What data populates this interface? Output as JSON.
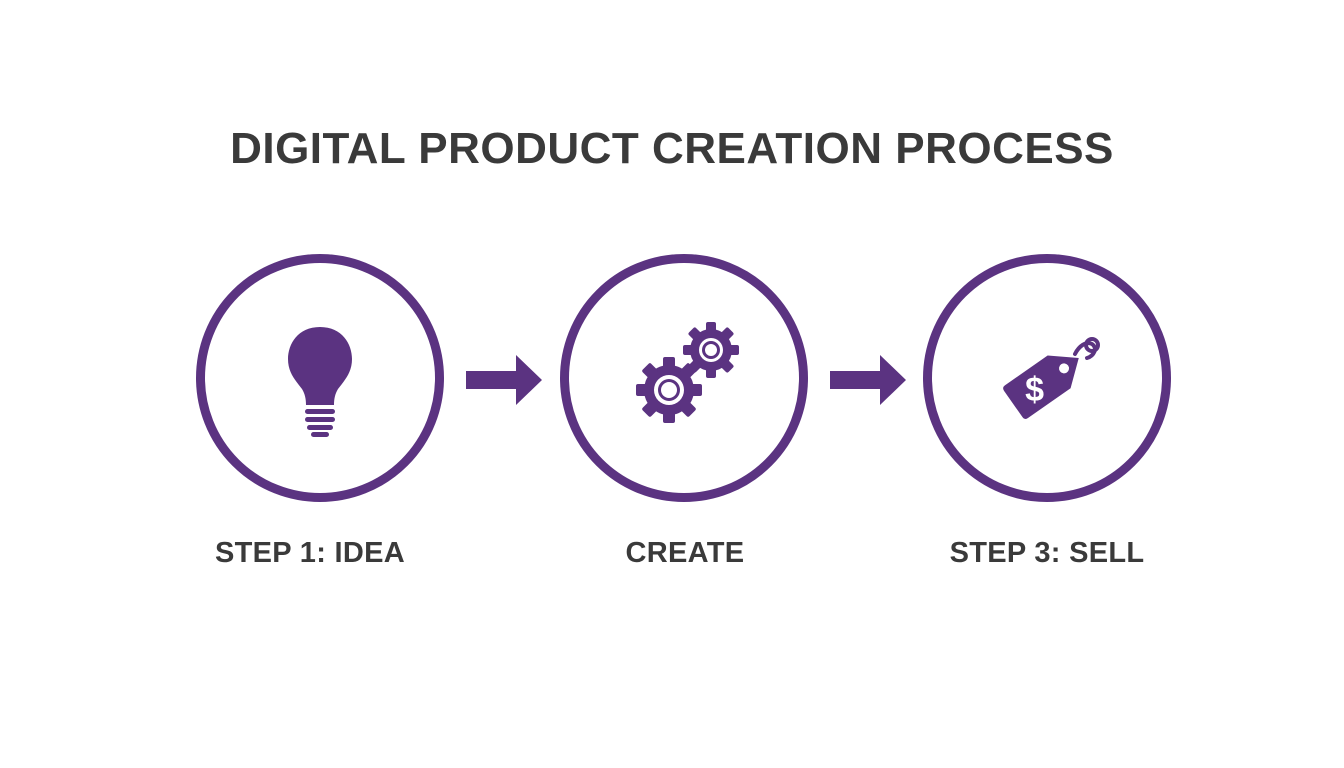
{
  "title": "DIGITAL PRODUCT CREATION PROCESS",
  "colors": {
    "accent": "#5b3381",
    "text": "#3a3a3a",
    "background": "#ffffff"
  },
  "steps": [
    {
      "label": "STEP 1: IDEA",
      "icon": "lightbulb-icon"
    },
    {
      "label": "CREATE",
      "icon": "gears-icon"
    },
    {
      "label": "STEP 3: SELL",
      "icon": "price-tag-icon"
    }
  ],
  "tag_symbol": "$"
}
